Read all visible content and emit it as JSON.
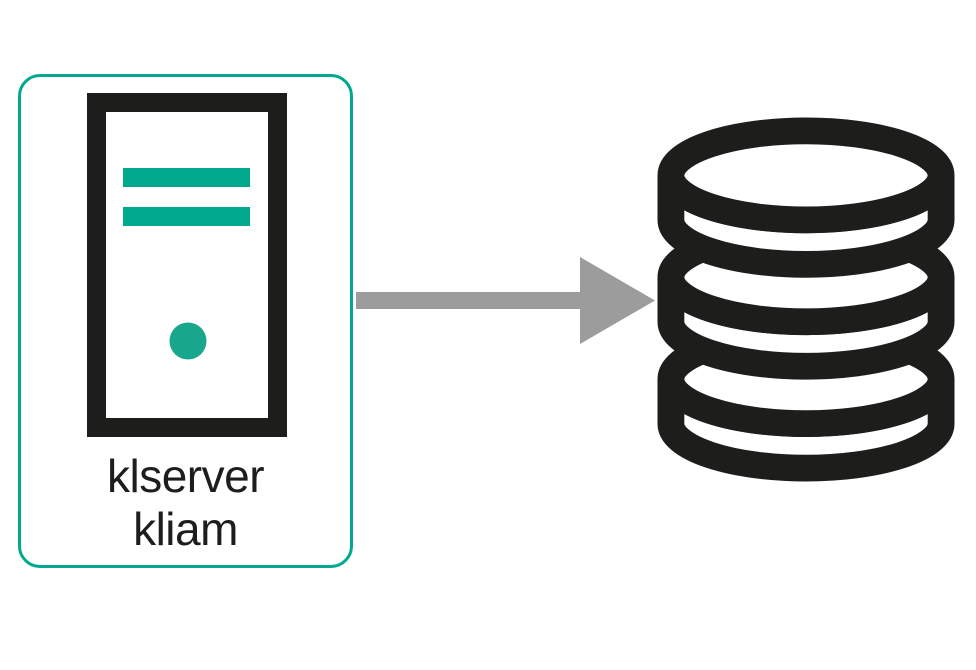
{
  "colors": {
    "teal": "#00a88e",
    "teal_dot": "#18a78c",
    "ink": "#1d1d1b",
    "arrow_gray": "#9c9c9c",
    "background": "#ffffff"
  },
  "diagram": {
    "server_node": {
      "icon": "server-tower-icon",
      "label_line1": "klserver",
      "label_line2": "kliam"
    },
    "connector": {
      "icon": "arrow-right-icon",
      "direction": "right",
      "from": "server-node",
      "to": "database-node"
    },
    "database_node": {
      "icon": "database-icon"
    }
  }
}
